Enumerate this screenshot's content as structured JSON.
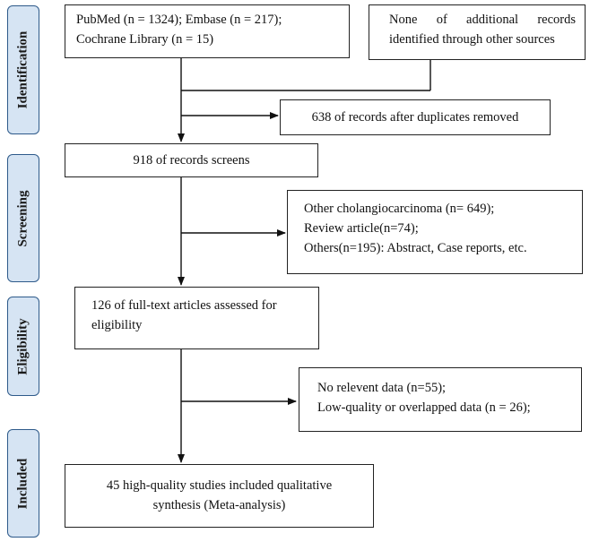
{
  "phases": {
    "identification": "Identification",
    "screening": "Screening",
    "eligibility": "Eligibility",
    "included": "Included"
  },
  "boxes": {
    "databases": {
      "line1": "PubMed (n = 1324); Embase (n = 217);",
      "line2": "Cochrane Library (n = 15)"
    },
    "other_sources": {
      "line1": "None of additional records",
      "line2": "identified through other sources"
    },
    "after_duplicates": "638 of records after duplicates removed",
    "screened": "918 of records screens",
    "excluded_screening": {
      "line1": "Other cholangiocarcinoma (n= 649);",
      "line2": "Review article(n=74);",
      "line3": "Others(n=195): Abstract, Case reports, etc."
    },
    "full_text": {
      "line1": "126 of full-text articles assessed for",
      "line2": "eligibility"
    },
    "excluded_eligibility": {
      "line1": "No relevent data (n=55);",
      "line2": "Low-quality or overlapped data (n = 26);"
    },
    "included": {
      "line1": "45 high-quality studies included qualitative",
      "line2": "synthesis (Meta-analysis)"
    }
  }
}
